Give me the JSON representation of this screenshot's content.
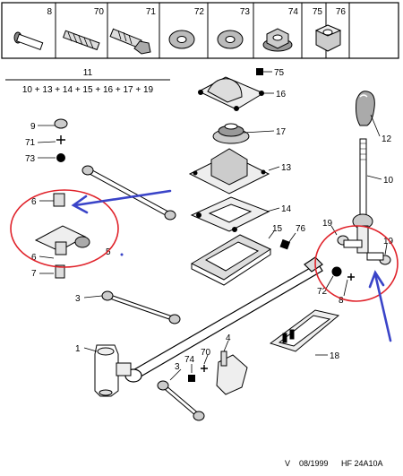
{
  "header_parts": [
    {
      "number": "8"
    },
    {
      "number": "70"
    },
    {
      "number": "71"
    },
    {
      "number": "72"
    },
    {
      "number": "73"
    },
    {
      "number": "74"
    },
    {
      "number": "75"
    },
    {
      "number": "76"
    }
  ],
  "group_label": {
    "number": "11",
    "formula": "10 + 13 + 14 + 15 + 16 + 17 + 19"
  },
  "callouts": {
    "c75": "75",
    "c16": "16",
    "c17": "17",
    "c13": "13",
    "c14": "14",
    "c15": "15",
    "c76": "76",
    "c12": "12",
    "c10": "10",
    "c19a": "19",
    "c19b": "19",
    "c72": "72",
    "c8": "8",
    "c9": "9",
    "c71": "71",
    "c73": "73",
    "c6a": "6",
    "c5": "5",
    "c6b": "6",
    "c7": "7",
    "c3a": "3",
    "c1": "1",
    "c4": "4",
    "c70": "70",
    "c74": "74",
    "c3b": "3",
    "c18": "18"
  },
  "footer": {
    "variant": "V",
    "date": "08/1999",
    "ref": "HF 24A10A"
  },
  "colors": {
    "highlight_circle": "#e0222a",
    "arrow": "#3a44c8"
  }
}
